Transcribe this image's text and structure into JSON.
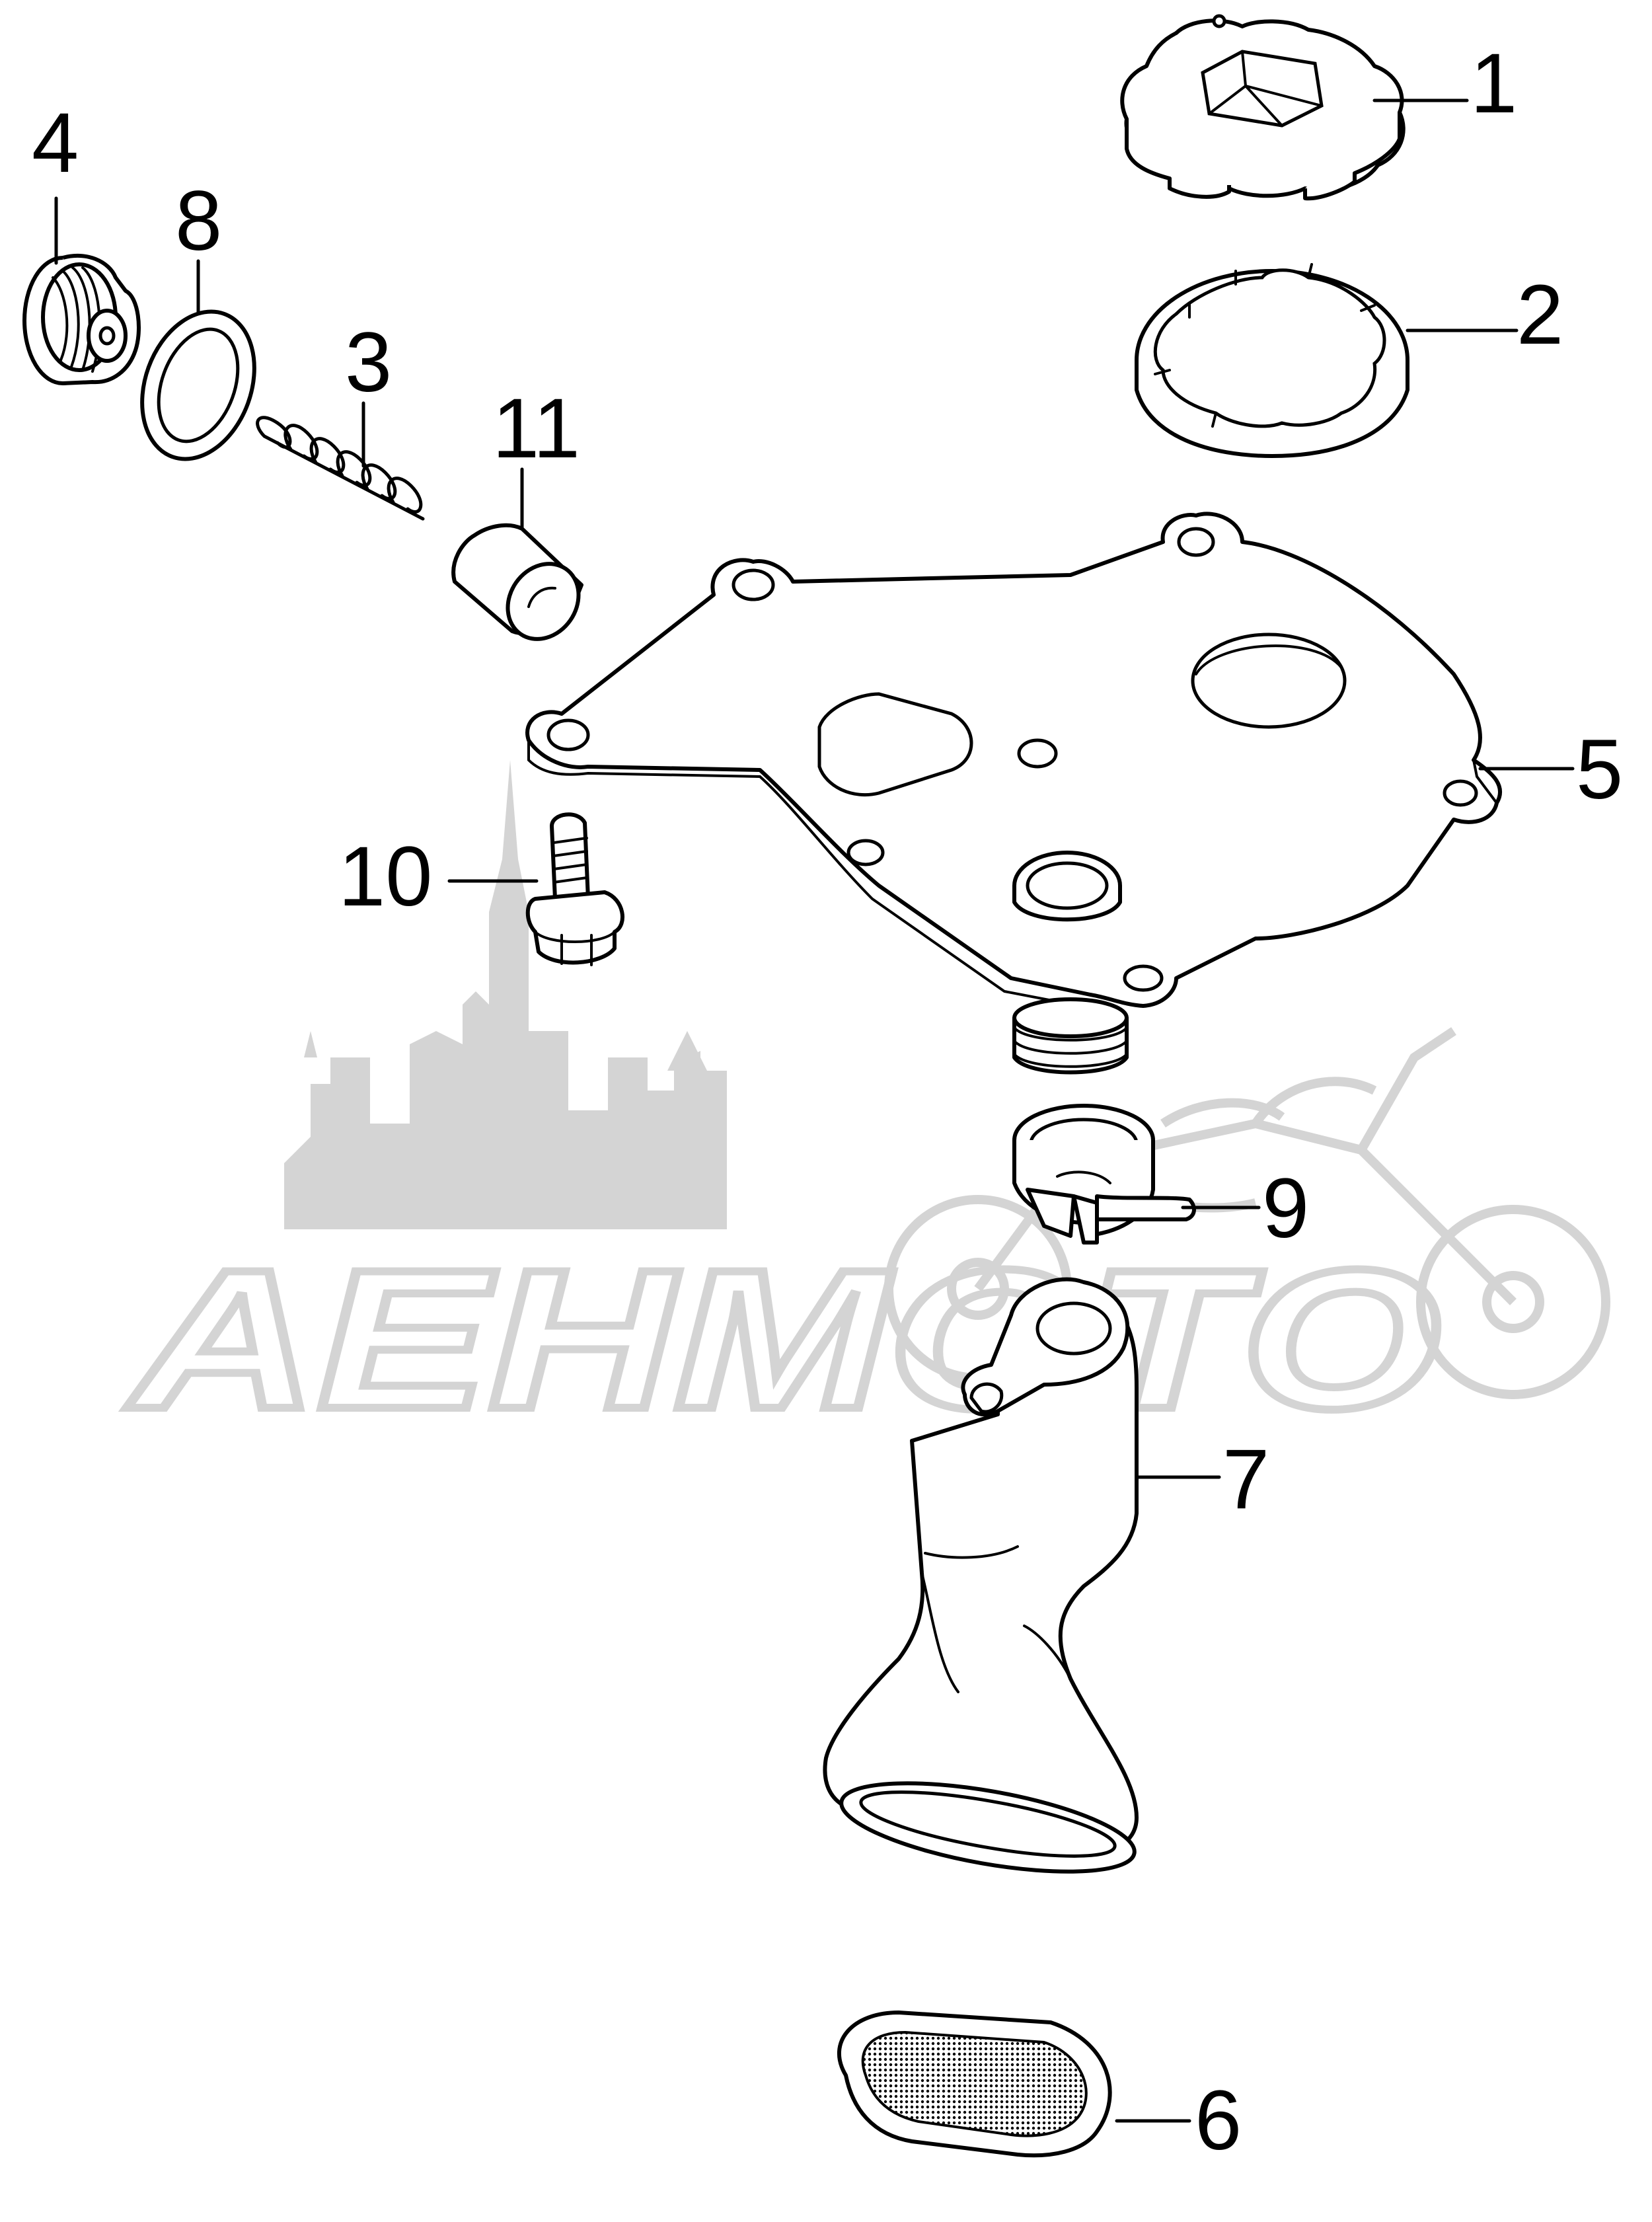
{
  "watermark": {
    "text": "АЕНМОТО"
  },
  "callouts": [
    {
      "id": "1",
      "label": "1"
    },
    {
      "id": "2",
      "label": "2"
    },
    {
      "id": "3",
      "label": "3"
    },
    {
      "id": "4",
      "label": "4"
    },
    {
      "id": "5",
      "label": "5"
    },
    {
      "id": "6",
      "label": "6"
    },
    {
      "id": "7",
      "label": "7"
    },
    {
      "id": "8",
      "label": "8"
    },
    {
      "id": "9",
      "label": "9"
    },
    {
      "id": "10",
      "label": "10"
    },
    {
      "id": "11",
      "label": "11"
    }
  ]
}
